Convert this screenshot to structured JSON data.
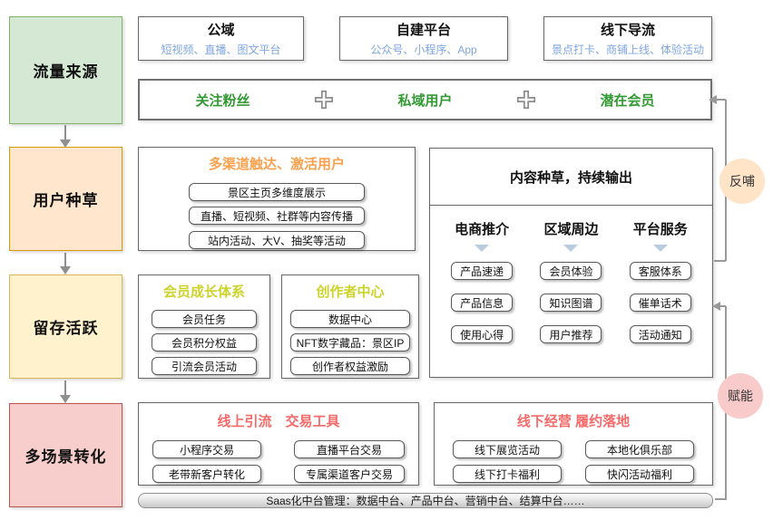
{
  "colors": {
    "stage_fills": [
      "#d5e8d4",
      "#ffe6cc",
      "#fff2cc",
      "#f8cecc"
    ],
    "stage_borders": [
      "#82b366",
      "#d79b00",
      "#d6b656",
      "#b85450"
    ],
    "pool_text_green": "#339933",
    "subtitle_blue": "#7EA6E0",
    "title_orange": "#FAA14E",
    "title_chartreuse": "#CCD32A",
    "title_red": "#F56A6A",
    "triangle_blue": "#B9CCE0",
    "feedback_badge_fill": "#FFE4C8",
    "empower_badge_fill": "#F8CACA"
  },
  "stages": [
    {
      "label": "流量来源"
    },
    {
      "label": "用户种草"
    },
    {
      "label": "留存活跃"
    },
    {
      "label": "多场景转化"
    }
  ],
  "sources": [
    {
      "title": "公域",
      "subtitle": "短视频、直播、图文平台"
    },
    {
      "title": "自建平台",
      "subtitle": "公众号、小程序、App"
    },
    {
      "title": "线下导流",
      "subtitle": "景点打卡、商铺上线、体验活动"
    }
  ],
  "user_pool": {
    "items": [
      "关注粉丝",
      "私域用户",
      "潜在会员"
    ]
  },
  "multi_channel_panel": {
    "title": "多渠道触达、激活用户",
    "items": [
      "景区主页多维度展示",
      "直播、短视频、社群等内容传播",
      "站内活动、大V、抽奖等活动"
    ]
  },
  "content_panel": {
    "title": "内容种草，持续输出",
    "columns": [
      {
        "header": "电商推介",
        "items": [
          "产品速递",
          "产品信息",
          "使用心得"
        ]
      },
      {
        "header": "区域周边",
        "items": [
          "会员体验",
          "知识图谱",
          "用户推荐"
        ]
      },
      {
        "header": "平台服务",
        "items": [
          "客服体系",
          "催单话术",
          "活动通知"
        ]
      }
    ]
  },
  "member_growth_panel": {
    "title": "会员成长体系",
    "items": [
      "会员任务",
      "会员积分权益",
      "引流会员活动"
    ]
  },
  "creator_panel": {
    "title": "创作者中心",
    "items": [
      "数据中心",
      "NFT数字藏品：景区IP",
      "创作者权益激励"
    ]
  },
  "online_panel": {
    "title": "线上引流　交易工具",
    "left_items": [
      "小程序交易",
      "老带新客户转化"
    ],
    "right_items": [
      "直播平台交易",
      "专属渠道客户交易"
    ]
  },
  "offline_panel": {
    "title": "线下经营 履约落地",
    "left_items": [
      "线下展览活动",
      "线下打卡福利"
    ],
    "right_items": [
      "本地化俱乐部",
      "快闪活动福利"
    ]
  },
  "saas_bar": {
    "text": "Saas化中台管理：数据中台、产品中台、营销中台、结算中台……"
  },
  "badges": {
    "feedback": "反哺",
    "empower": "赋能"
  }
}
